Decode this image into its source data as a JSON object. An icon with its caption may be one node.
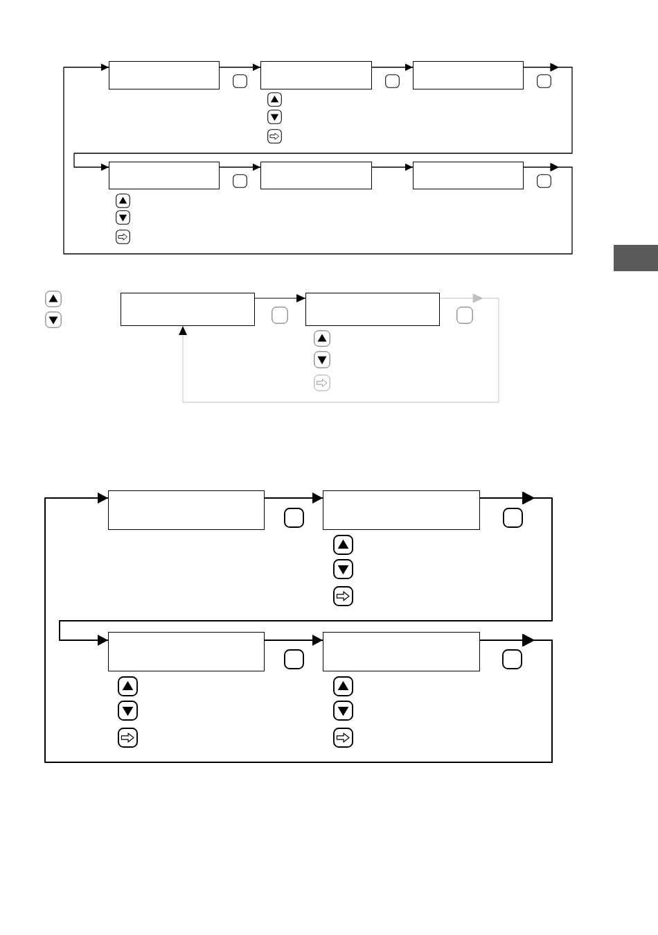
{
  "diagram": {
    "nodes": [
      {
        "text": [],
        "shape": "box"
      },
      {
        "text": [],
        "shape": "box"
      },
      {
        "text": [],
        "shape": "box"
      },
      {
        "text": [],
        "shape": "box"
      },
      {
        "text": [],
        "shape": "box"
      },
      {
        "text": [],
        "shape": "box"
      },
      {
        "text": [],
        "shape": "box"
      },
      {
        "text": [],
        "shape": "box"
      },
      {
        "text": [],
        "shape": "box"
      },
      {
        "text": [],
        "shape": "box"
      },
      {
        "text": [],
        "shape": "box"
      },
      {
        "text": [],
        "shape": "box"
      }
    ],
    "edges": [
      {
        "from": 0,
        "to": 1,
        "arrow": "to"
      },
      {
        "from": 1,
        "to": 2,
        "arrow": "to"
      },
      {
        "from": 2,
        "to": 3,
        "arrow": "to"
      },
      {
        "from": 3,
        "to": 4,
        "arrow": "to"
      },
      {
        "from": 4,
        "to": 5,
        "arrow": "to"
      },
      {
        "from": 5,
        "to": 0,
        "arrow": "to"
      },
      {
        "from": 6,
        "to": 7,
        "arrow": "to"
      },
      {
        "from": 7,
        "to": 6,
        "arrow": "to",
        "color": "#c0c0c0"
      },
      {
        "from": 8,
        "to": 9,
        "arrow": "to"
      },
      {
        "from": 9,
        "to": 10,
        "arrow": "to"
      },
      {
        "from": 10,
        "to": 11,
        "arrow": "to"
      },
      {
        "from": 11,
        "to": 8,
        "arrow": "to"
      }
    ]
  }
}
